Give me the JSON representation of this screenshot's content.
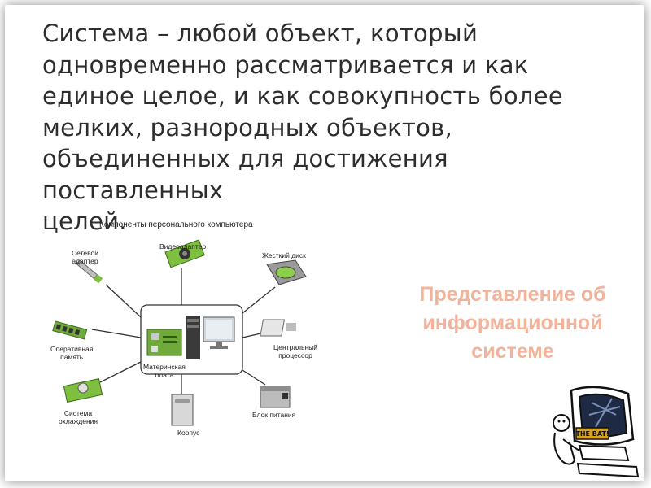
{
  "slide": {
    "definition_lines": [
      "Система – любой объект, который",
      "одновременно рассматривается и как",
      "единое целое, и как совокупность более",
      "мелких, разнородных объектов,",
      "объединенных для достижения поставленных",
      "целей."
    ],
    "subtitle_lines": [
      "Представление об",
      "информационной",
      "системе"
    ]
  },
  "diagram": {
    "title": "Компоненты персонального компьютера",
    "labels": {
      "network_adapter": [
        "Сетевой",
        "адаптер"
      ],
      "video_adapter": "Видеоадаптер",
      "hard_disk": "Жесткий диск",
      "ram": [
        "Оперативная",
        "память"
      ],
      "cpu": [
        "Центральный",
        "процессор"
      ],
      "motherboard": [
        "Материнская",
        "плата"
      ],
      "cooling": [
        "Система",
        "охлаждения"
      ],
      "case": "Корпус",
      "psu": "Блок питания"
    }
  },
  "logo": {
    "text": "THE BAT!"
  },
  "colors": {
    "text": "#2d2d2d",
    "subtitle": "#f2b39a",
    "component_green": "#7fbf3f"
  }
}
